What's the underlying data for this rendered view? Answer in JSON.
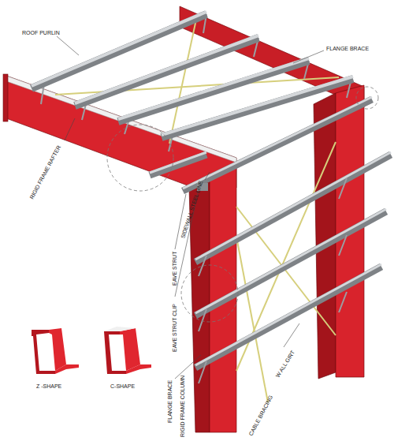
{
  "diagram": {
    "labels": [
      "ROOF PURLIN",
      "FLANGE BRACE",
      "RIGID FRAME RAFTER",
      "SIDEWALL STEEL LINE",
      "EAVE STRUT",
      "EAVE STRUT CLIP",
      "Z -SHAPE",
      "C-SHAPE",
      "FLANGE BRACE",
      "RIGID FRAME COLUMN",
      "CABLE BRACING",
      "W ALL GIRT"
    ]
  }
}
